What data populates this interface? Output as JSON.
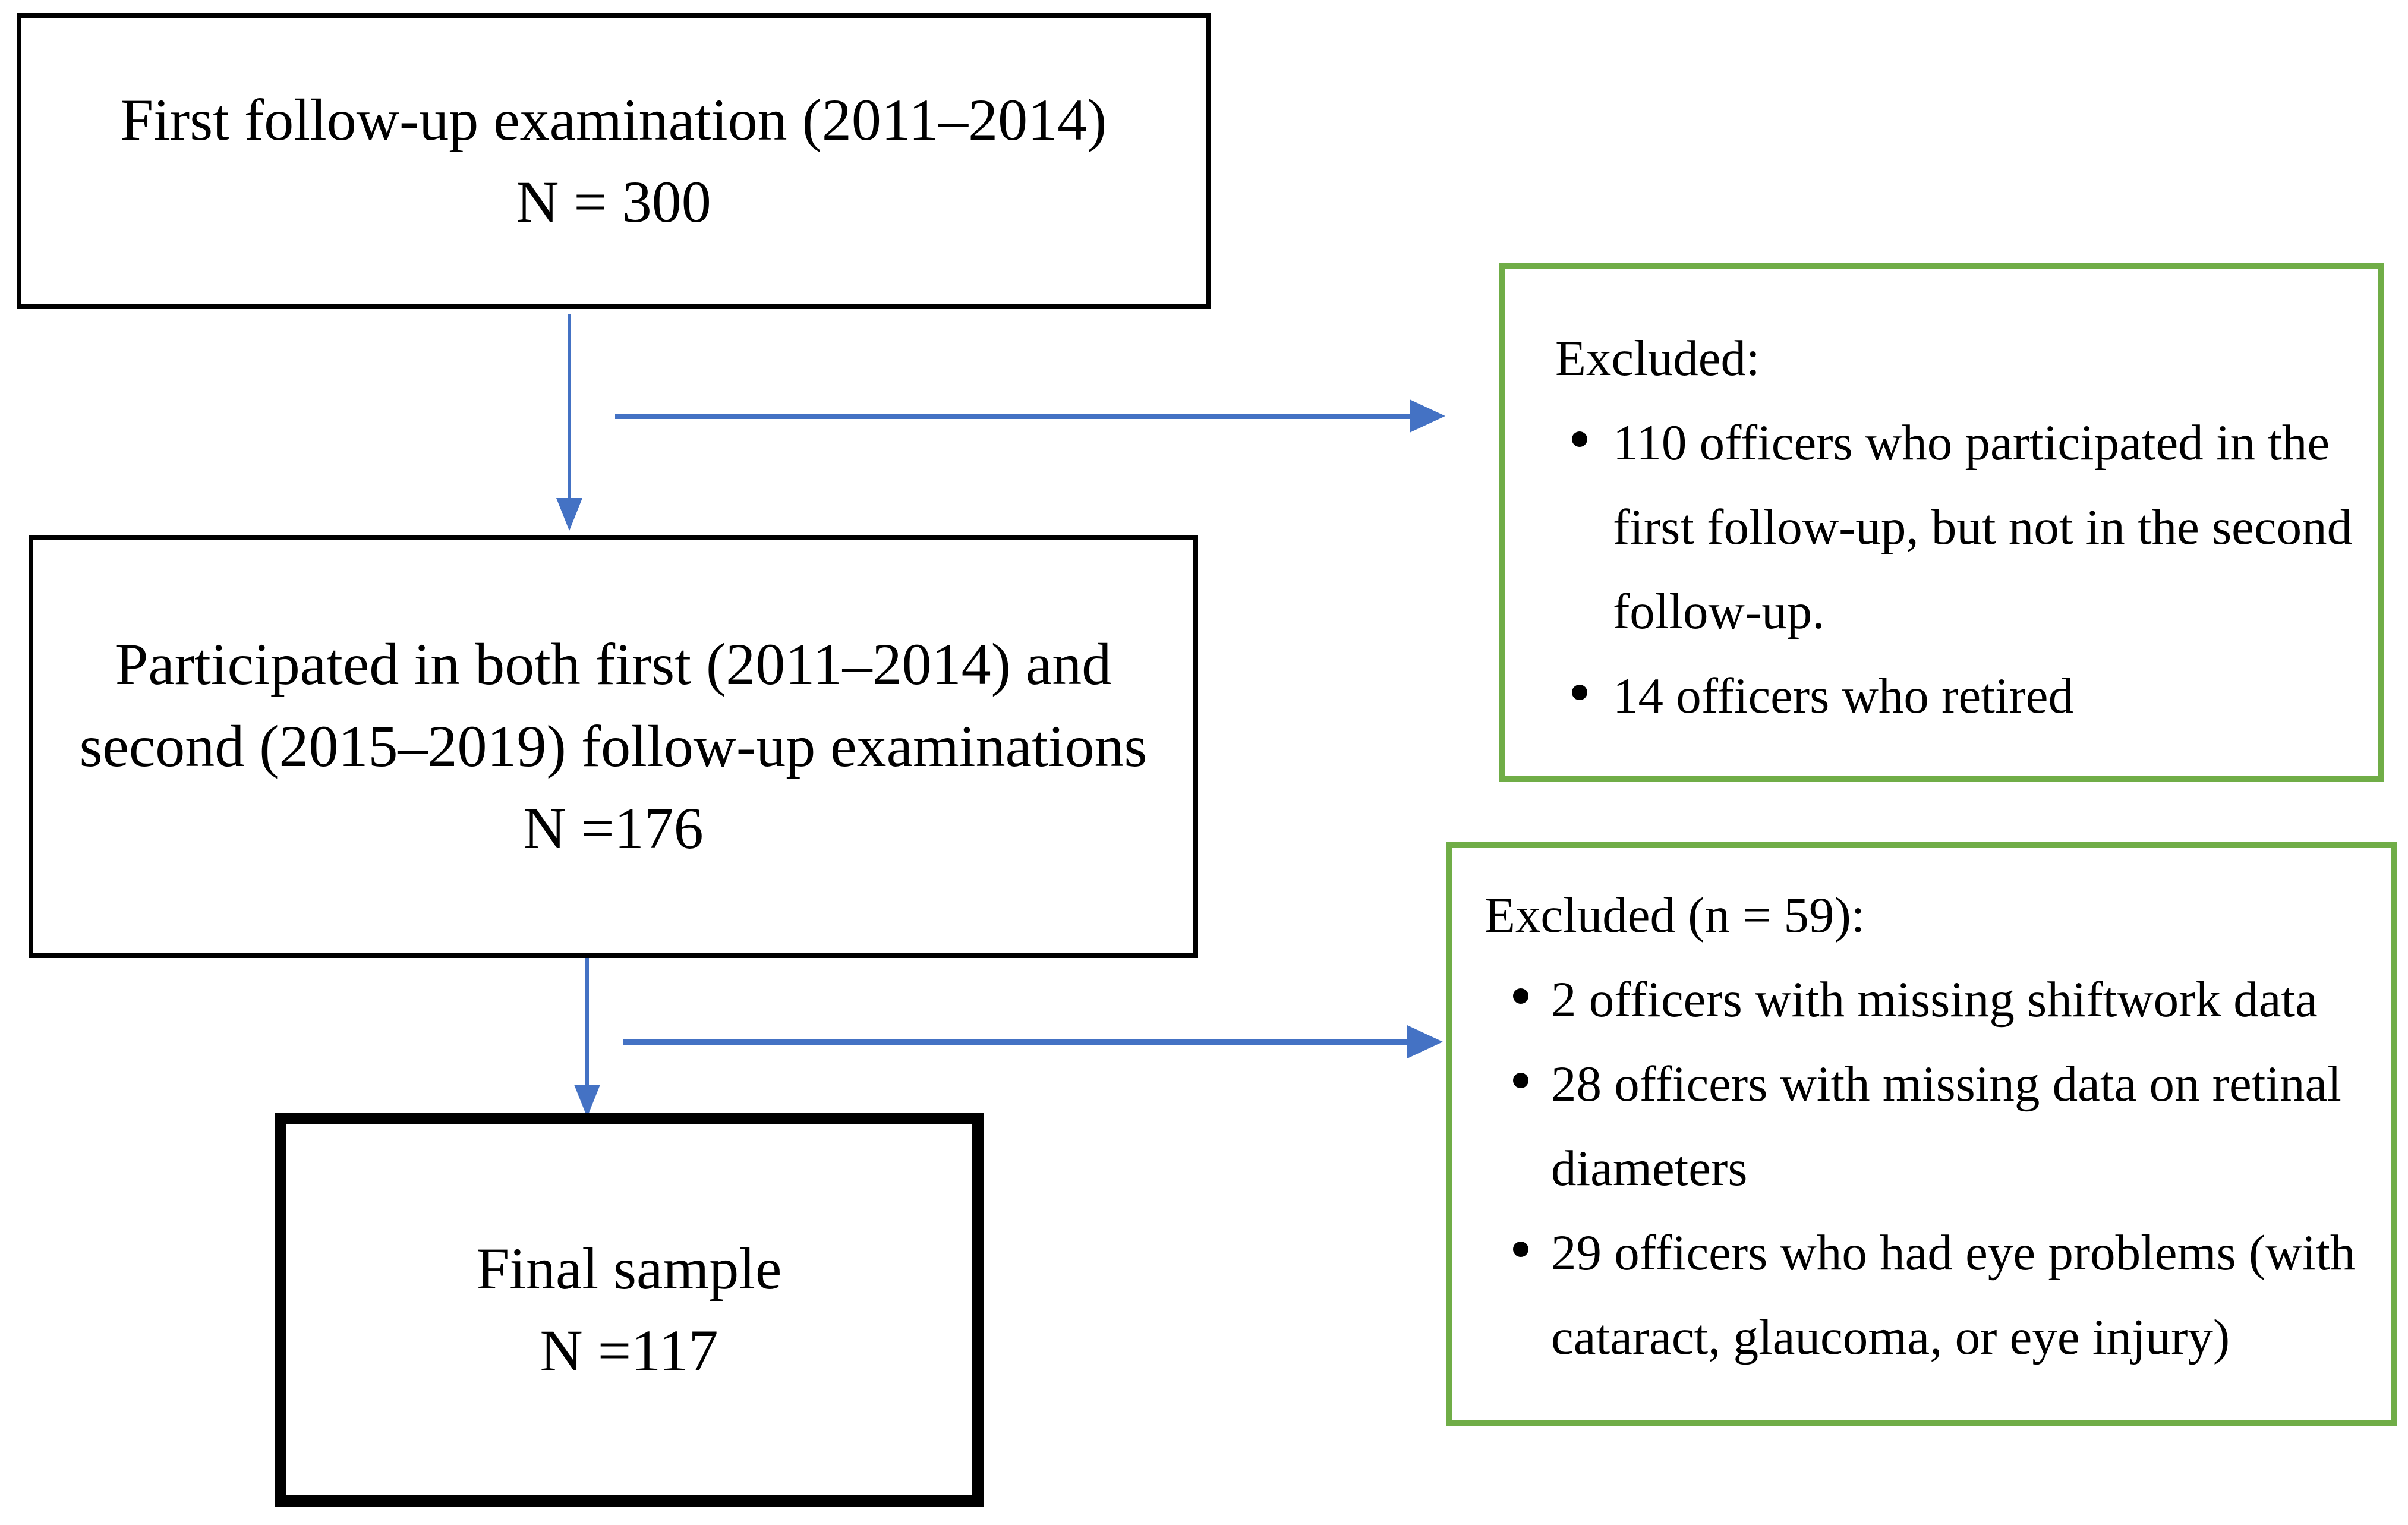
{
  "flow_boxes": [
    {
      "id": "first-followup",
      "lines": [
        "First follow-up examination (2011–2014)",
        "N = 300"
      ]
    },
    {
      "id": "both-followups",
      "lines": [
        "Participated in both first (2011–2014) and",
        "second (2015–2019) follow-up examinations",
        "N =176"
      ]
    },
    {
      "id": "final-sample",
      "lines": [
        "Final sample",
        "N =117"
      ]
    }
  ],
  "exclusion_boxes": [
    {
      "id": "excluded-after-first-followup",
      "title": "Excluded:",
      "bullets": [
        "110 officers who participated in the first follow-up, but not in the second follow-up.",
        "14 officers who retired"
      ]
    },
    {
      "id": "excluded-before-final-sample",
      "title": "Excluded (n = 59):",
      "bullets": [
        "2 officers with missing shiftwork data",
        "28 officers with missing data on retinal diameters",
        "29 officers who had eye problems (with cataract, glaucoma, or eye injury)"
      ]
    }
  ],
  "colors": {
    "arrow_blue": "#4472C4",
    "exclusion_border_green": "#70AD47",
    "flow_border_black": "#000000",
    "background": "#FFFFFF",
    "text": "#000000"
  }
}
